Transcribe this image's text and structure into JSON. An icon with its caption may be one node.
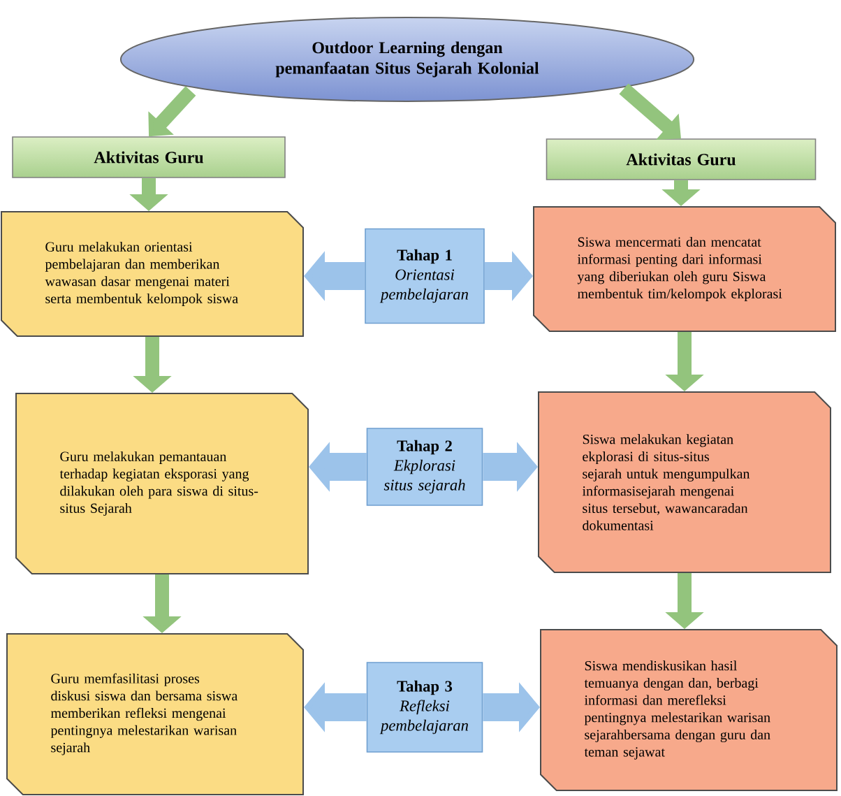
{
  "diagram": {
    "nodes": [
      {
        "text": [
          "Outdoor Learning dengan pemanfaatan Situs Sejarah Kolonial"
        ]
      },
      {
        "text": [
          "Aktivitas Guru"
        ]
      },
      {
        "text": [
          "Aktivitas Guru"
        ]
      },
      {
        "text": [
          "Guru melakukan orientasi pembelajaran dan memberikan wawasan dasar mengenai materi serta membentuk kelompok siswa"
        ]
      },
      {
        "text": [
          "Tahap 1",
          "Orientasi pembelajaran"
        ]
      },
      {
        "text": [
          "Siswa mencermati dan mencatat informasi penting dari informasi yang diberiukan oleh guru Siswa membentuk tim/kelompok ekplorasi"
        ]
      },
      {
        "text": [
          "Guru melakukan pemantauan terhadap kegiatan eksporasi yang dilakukan oleh para siswa di situs-situs Sejarah"
        ]
      },
      {
        "text": [
          "Tahap 2",
          "Ekplorasi situs sejarah"
        ]
      },
      {
        "text": [
          "Siswa melakukan kegiatan ekplorasi di situs-situs sejarah untuk mengumpulkan informasisejarah mengenai situs tersebut, wawancaradan dokumentasi"
        ]
      },
      {
        "text": [
          "Guru memfasilitasi proses diskusi siswa dan bersama siswa memberikan refleksi mengenai pentingnya melestarikan warisan sejarah"
        ]
      },
      {
        "text": [
          "Tahap 3",
          "Refleksi pembelajaran"
        ]
      },
      {
        "text": [
          "Siswa mendiskusikan hasil temuanya dengan dan, berbagi informasi dan merefleksi pentingnya melestarikan warisan sejarahbersama dengan guru dan teman sejawat"
        ]
      }
    ],
    "edges": [
      {
        "from": 0,
        "to": 1,
        "arrow": "to"
      },
      {
        "from": 0,
        "to": 2,
        "arrow": "to"
      },
      {
        "from": 1,
        "to": 3,
        "arrow": "to"
      },
      {
        "from": 2,
        "to": 5,
        "arrow": "to"
      },
      {
        "from": 3,
        "to": 6,
        "arrow": "to"
      },
      {
        "from": 5,
        "to": 8,
        "arrow": "to"
      },
      {
        "from": 6,
        "to": 9,
        "arrow": "to"
      },
      {
        "from": 8,
        "to": 11,
        "arrow": "to"
      },
      {
        "from": 4,
        "to": 3,
        "arrow": "to",
        "style": "thick",
        "color": "#9cc3ea"
      },
      {
        "from": 4,
        "to": 5,
        "arrow": "to",
        "style": "thick",
        "color": "#9cc3ea"
      },
      {
        "from": 7,
        "to": 6,
        "arrow": "to",
        "style": "thick",
        "color": "#9cc3ea"
      },
      {
        "from": 7,
        "to": 8,
        "arrow": "to",
        "style": "thick",
        "color": "#9cc3ea"
      },
      {
        "from": 10,
        "to": 9,
        "arrow": "to",
        "style": "thick",
        "color": "#9cc3ea"
      },
      {
        "from": 10,
        "to": 11,
        "arrow": "to",
        "style": "thick",
        "color": "#9cc3ea"
      }
    ]
  }
}
